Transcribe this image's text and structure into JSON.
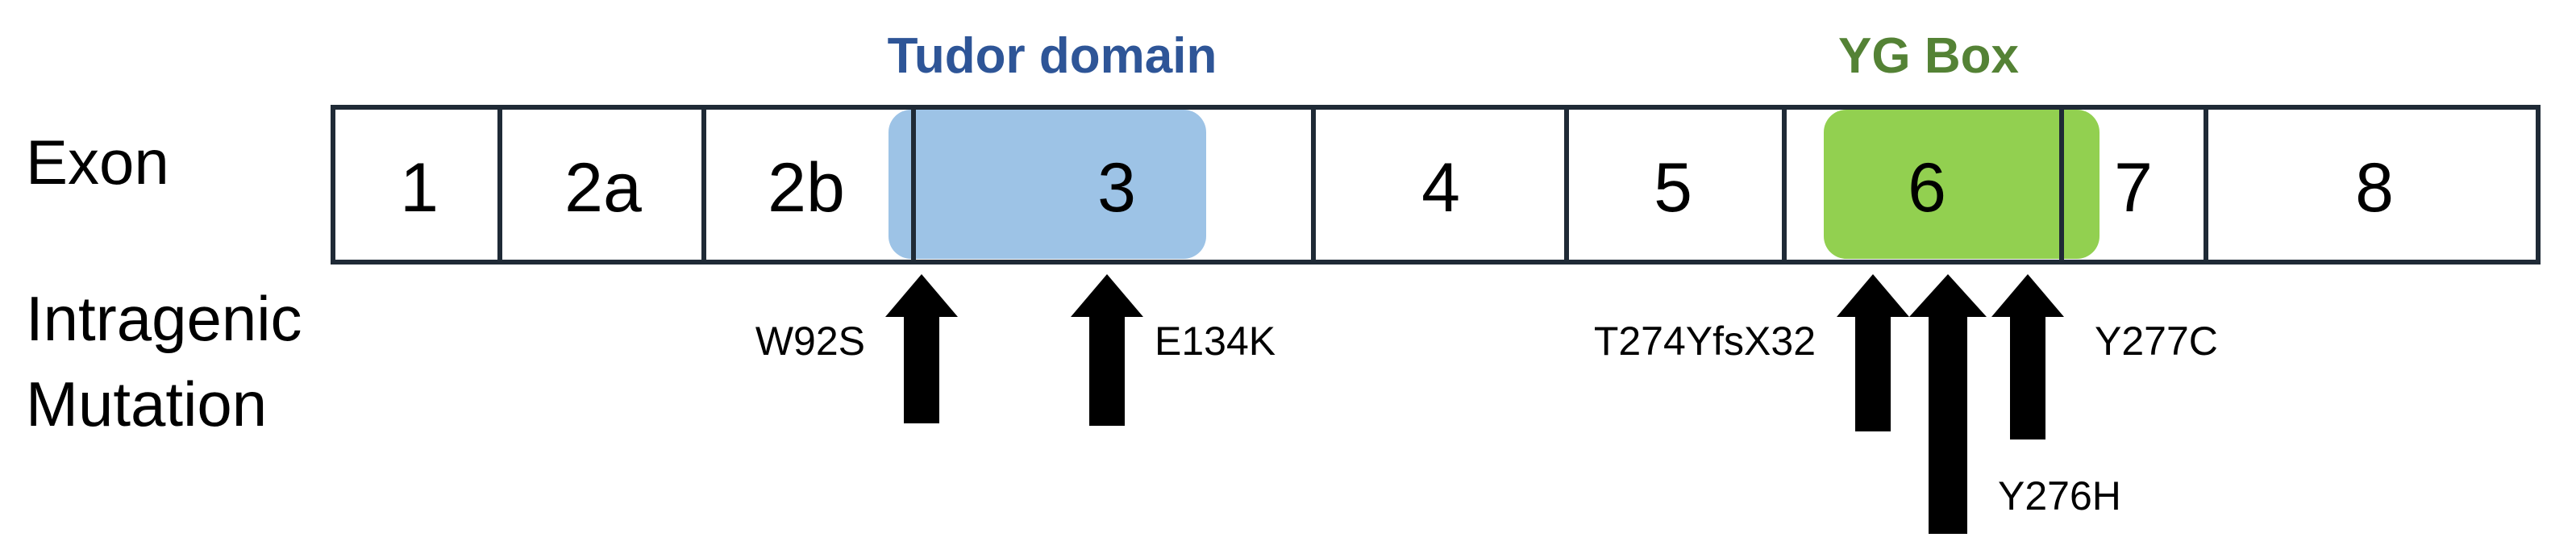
{
  "labels": {
    "exon_row": "Exon",
    "mutation_row_line1": "Intragenic",
    "mutation_row_line2": "Mutation"
  },
  "domains": {
    "tudor": {
      "label": "Tudor domain",
      "color": "#2E5597",
      "fill": "#9DC3E6"
    },
    "yg": {
      "label": "YG Box",
      "color": "#548235",
      "fill": "#92D050"
    }
  },
  "exons": [
    "1",
    "2a",
    "2b",
    "3",
    "4",
    "5",
    "6",
    "7",
    "8"
  ],
  "mutations": {
    "w92s": "W92S",
    "e134k": "E134K",
    "t274yfsx32": "T274YfsX32",
    "y276h": "Y276H",
    "y277c": "Y277C"
  },
  "colors": {
    "box_stroke": "#1F2A36",
    "arrow": "#000000",
    "text": "#000000"
  }
}
